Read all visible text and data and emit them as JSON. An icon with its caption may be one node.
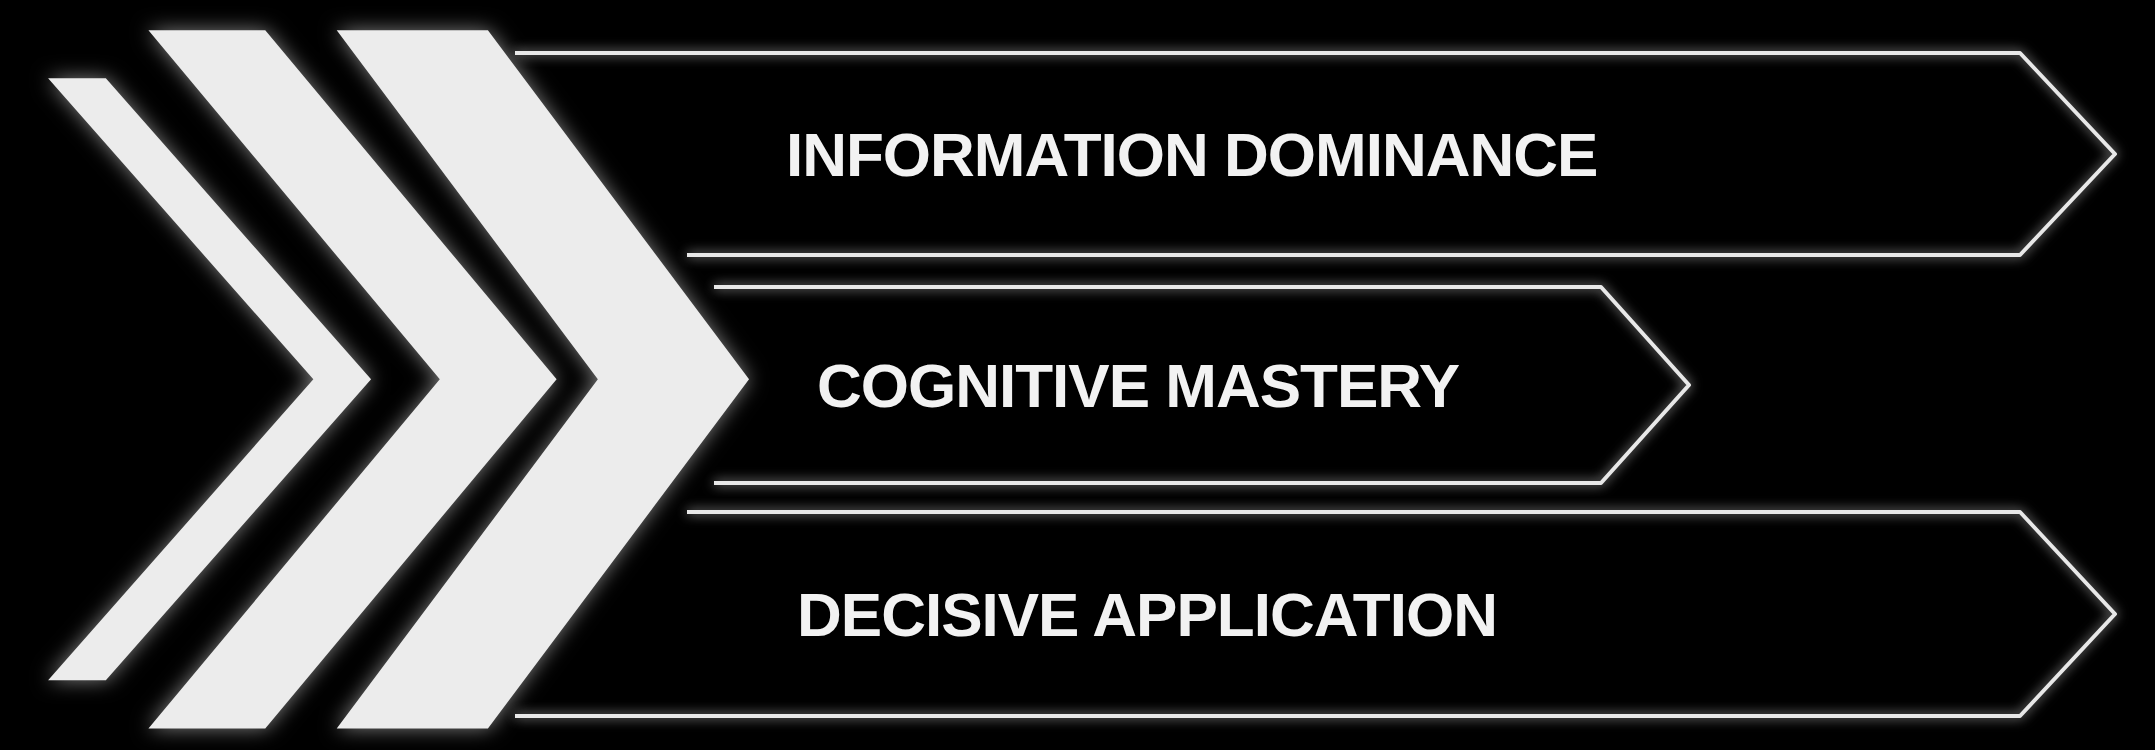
{
  "diagram": {
    "nodes": [
      {
        "text": [
          "INFORMATION DOMINANCE"
        ]
      },
      {
        "text": [
          "COGNITIVE MASTERY"
        ]
      },
      {
        "text": [
          "DECISIVE APPLICATION"
        ]
      }
    ]
  }
}
